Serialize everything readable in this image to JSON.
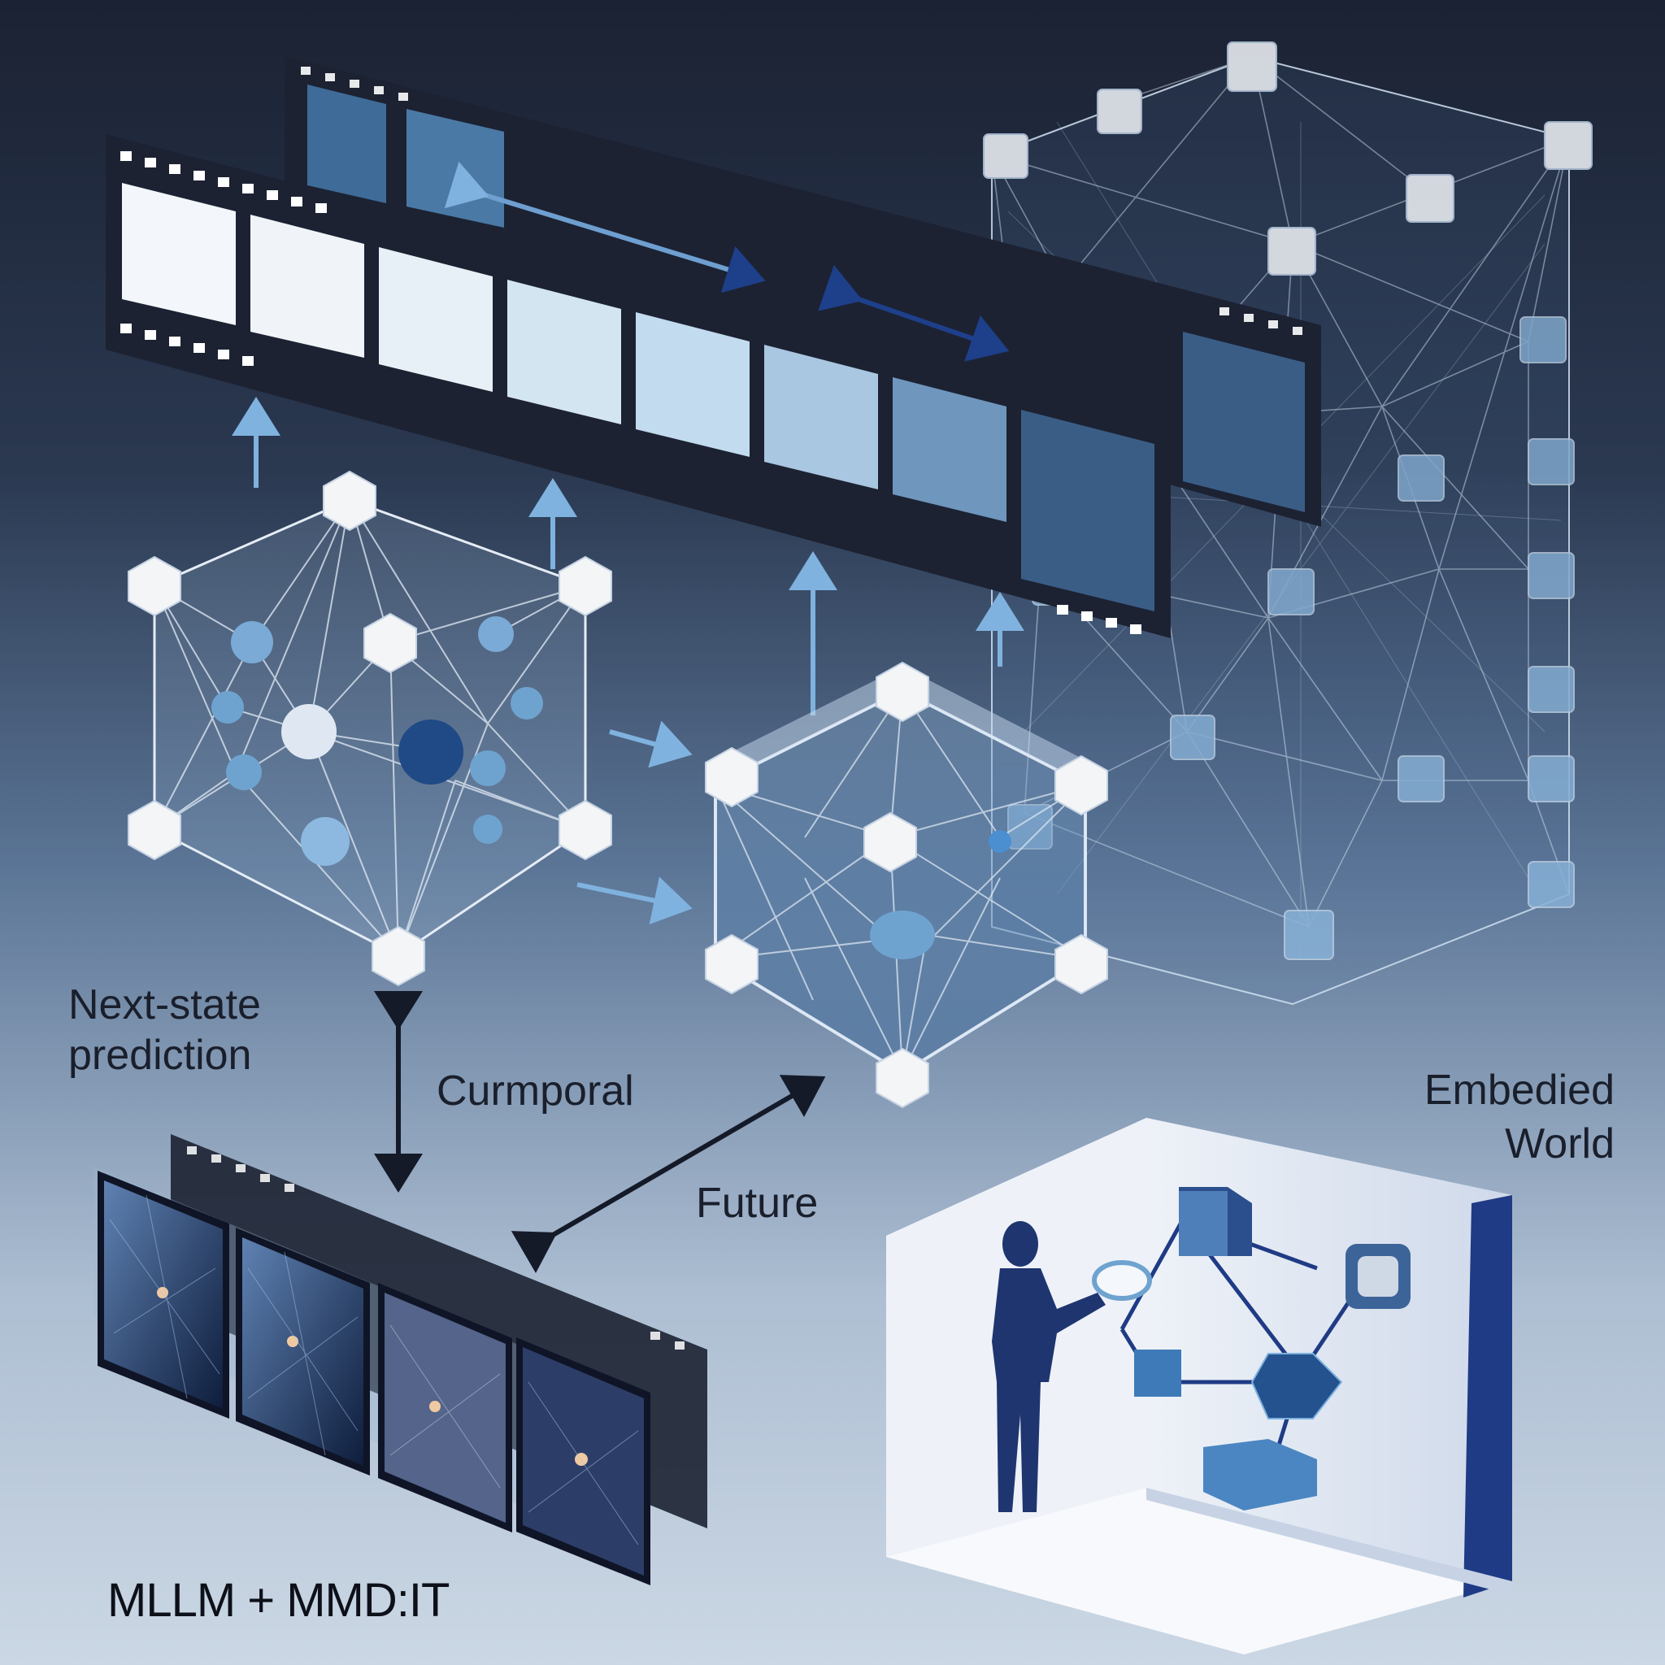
{
  "labels": {
    "next_state_line1": "Next-state",
    "next_state_line2": "prediction",
    "curmporal": "Curmporal",
    "future": "Future",
    "embedied_line1": "Embedied",
    "embedied_line2": "World",
    "mllm": "MLLM + MMD:IT"
  },
  "colors": {
    "film": "#1c2232",
    "frame_light": "#f3f6fa",
    "frame_mid": "#a9c7e0",
    "frame_dark": "#3a5d86",
    "arrow_light": "#7fb2df",
    "arrow_dark": "#1e3f8a",
    "node_white": "#f4f5f7",
    "node_blue": "#6fa3cf",
    "node_navy": "#1f4a86",
    "person": "#1f3570",
    "room_wall": "#e6ebf3",
    "room_accent": "#1f3b85"
  },
  "icons": [
    "film-strip-icon",
    "hexagon-node-icon",
    "cube-node-icon",
    "person-icon",
    "arrow-icon"
  ]
}
